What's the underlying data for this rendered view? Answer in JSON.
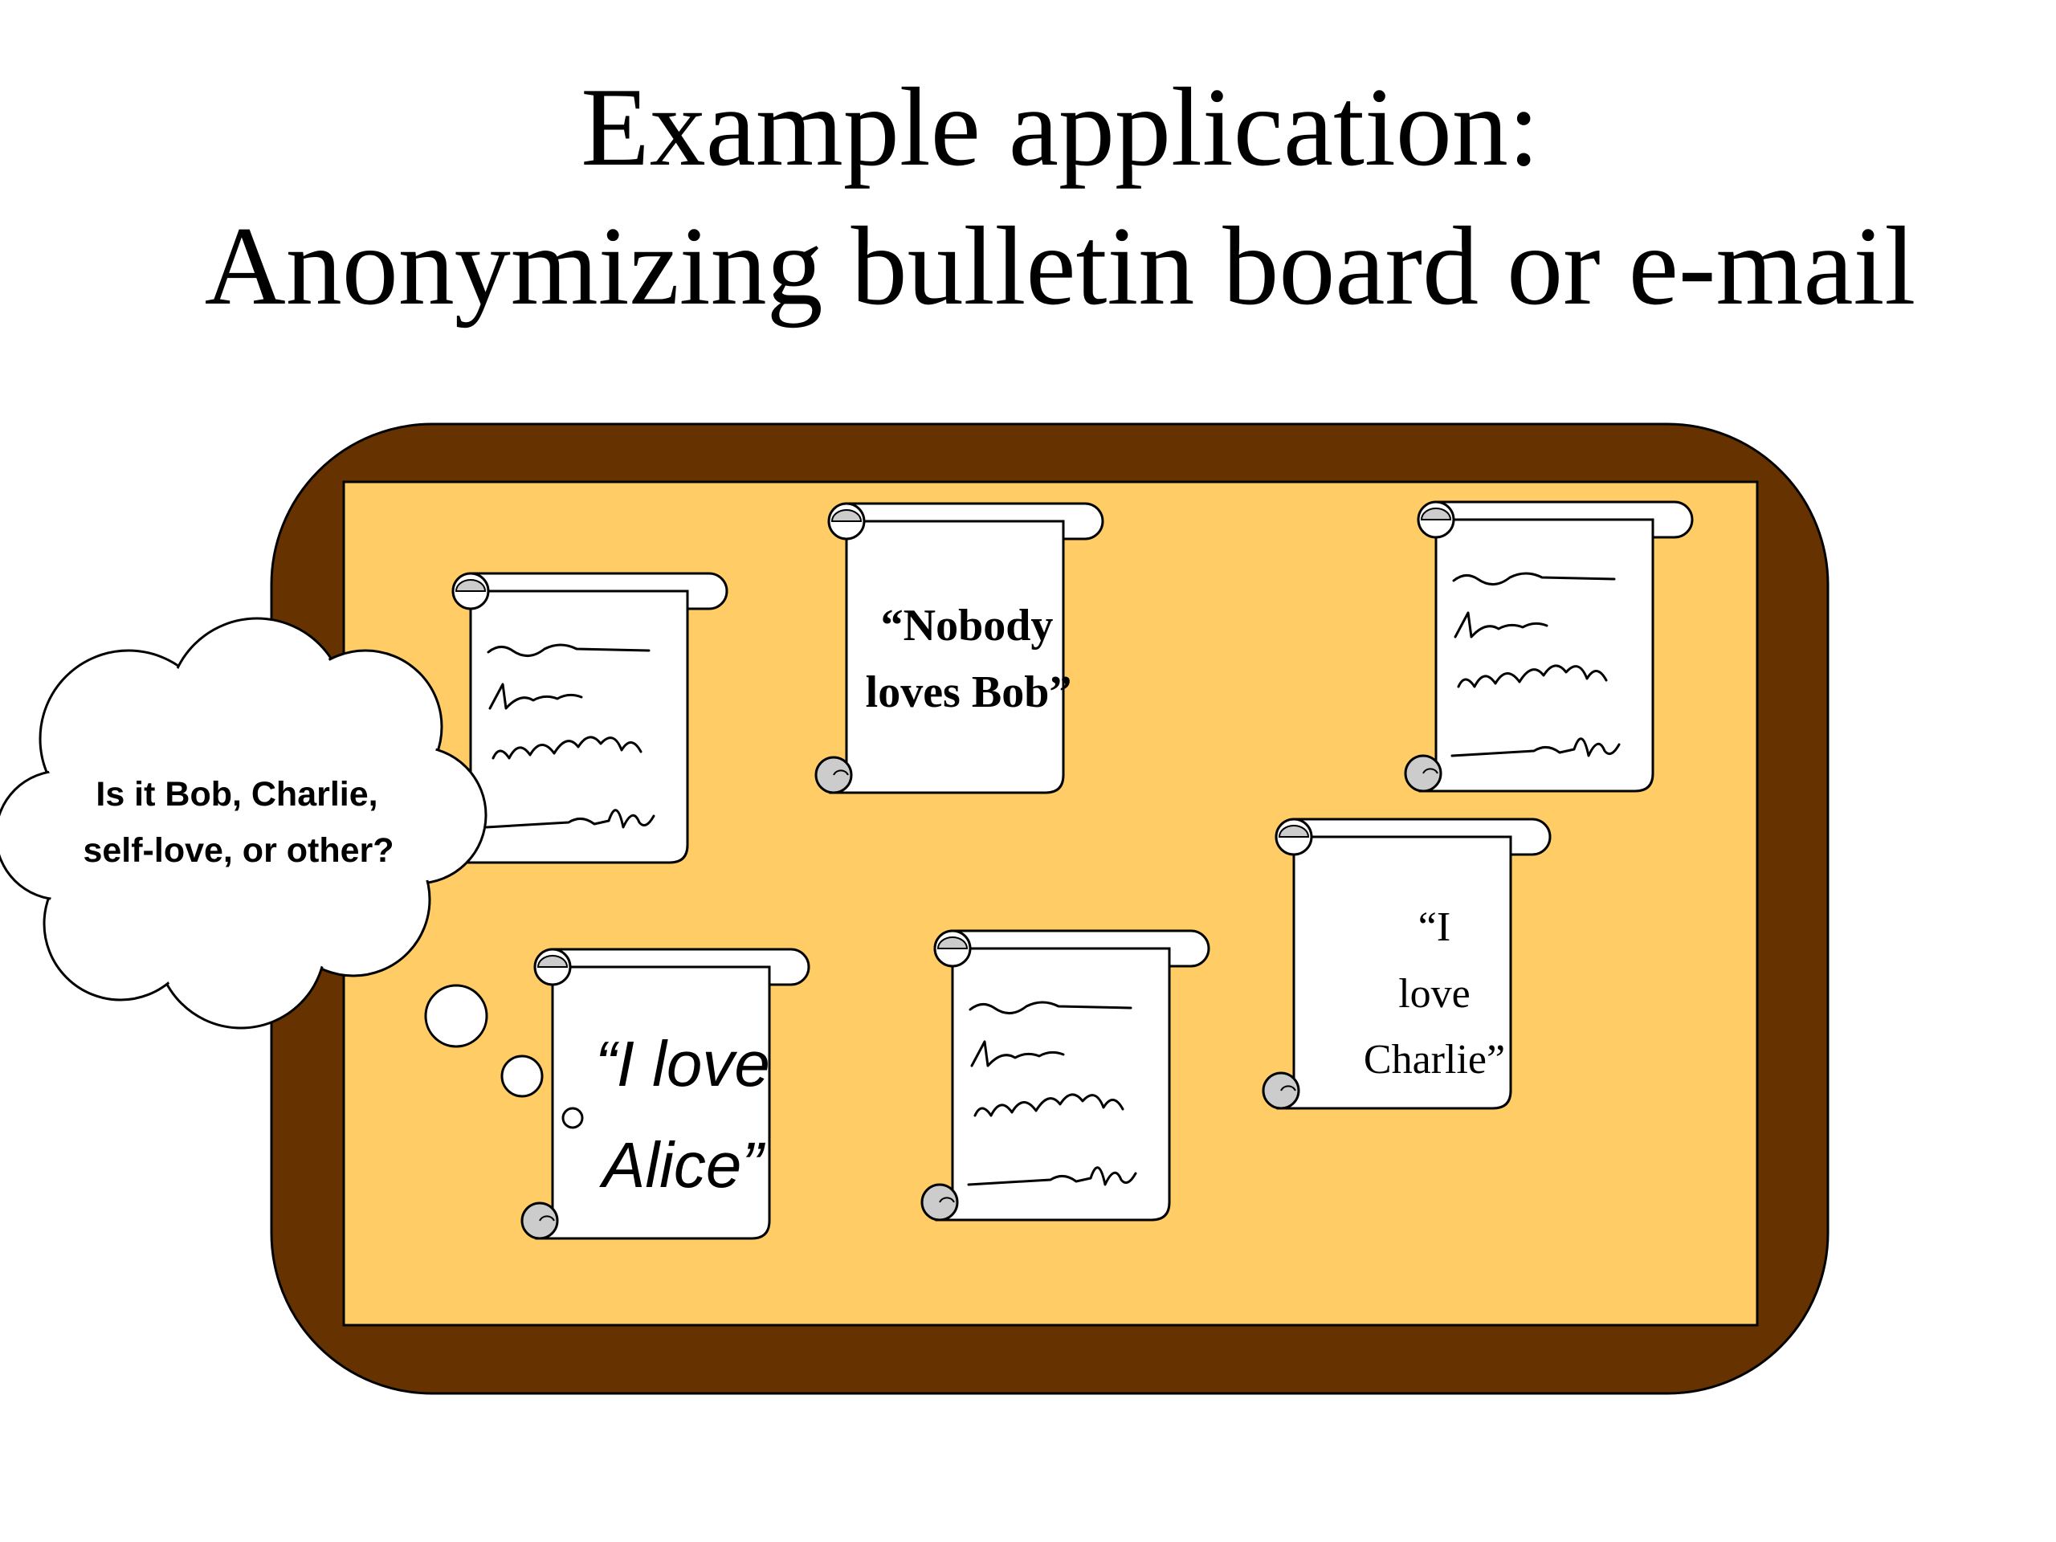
{
  "title": {
    "line1": "Example application:",
    "line2": "Anonymizing bulletin board or e-mail"
  },
  "notes": {
    "nobody": {
      "line1": "“Nobody",
      "line2": "loves Bob”"
    },
    "alice": {
      "line1": "“I love",
      "line2": "Alice”"
    },
    "charlie": {
      "line1": "“I",
      "line2": "love",
      "line3": "Charlie”"
    }
  },
  "thought_bubble": {
    "line1": "Is it Bob, Charlie,",
    "line2": "self-love, or other?"
  },
  "colors": {
    "board_frame": "#663300",
    "board_cork": "#FFCC66",
    "scroll_paper": "#FFFFFF",
    "scroll_curl": "#CCCCCC"
  }
}
